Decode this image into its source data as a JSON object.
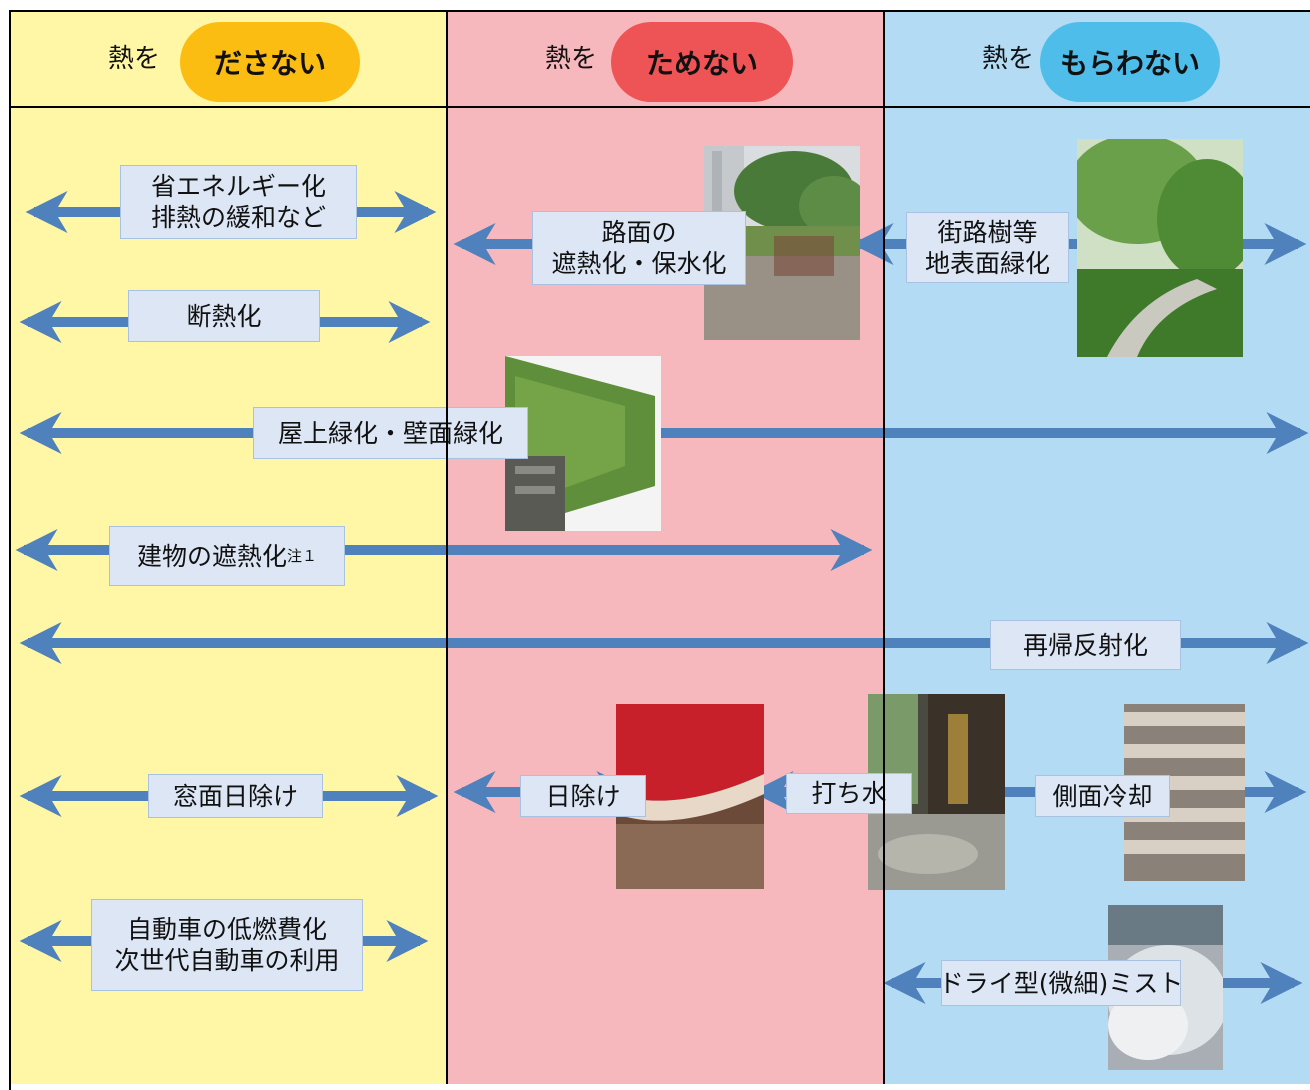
{
  "headers": [
    {
      "prefix": "熱を",
      "pill": "ださない",
      "color": "#fbbd11"
    },
    {
      "prefix": "熱を",
      "pill": "ためない",
      "color": "#ee5355"
    },
    {
      "prefix": "熱を",
      "pill": "もらわない",
      "color": "#4ebdea"
    }
  ],
  "colors": {
    "col1": "#fff7a6",
    "col2": "#f7b8bd",
    "col3": "#b3dcf4",
    "arrow": "#4f81bd",
    "label": "#dce6f4"
  },
  "measures": {
    "energy_saving": "省エネルギー化\n排熱の緩和など",
    "insulation": "断熱化",
    "road_paving": "路面の\n遮熱化・保水化",
    "street_trees": "街路樹等\n地表面緑化",
    "rooftop_wall": "屋上緑化・壁面緑化",
    "building_shield": "建物の遮熱化",
    "building_shield_note": "注１",
    "retroreflective": "再帰反射化",
    "window_shade": "窓面日除け",
    "shade": "日除け",
    "water_sprinkling": "打ち水",
    "side_cooling": "側面冷却",
    "vehicles": "自動車の低燃費化\n次世代自動車の利用",
    "dry_mist": "ドライ型(微細)ミスト"
  },
  "photos": [
    "plaza-photo",
    "street-trees-photo",
    "green-wall-photo",
    "awning-photo",
    "wet-pavement-photo",
    "louver-photo",
    "mist-photo"
  ]
}
